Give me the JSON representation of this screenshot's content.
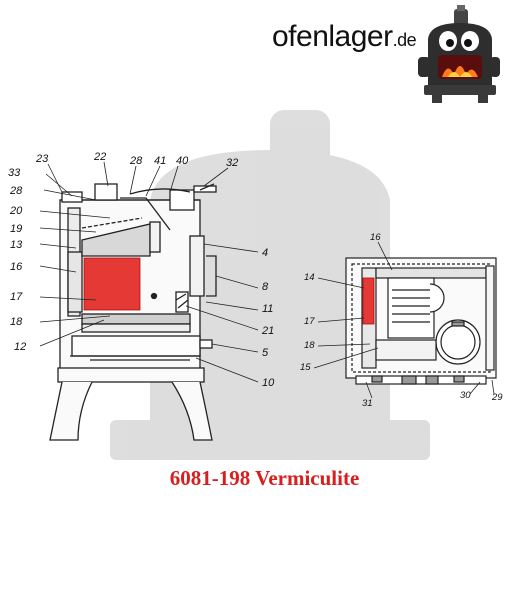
{
  "header": {
    "logo_main": "ofenlager",
    "logo_tld": ".de"
  },
  "caption": {
    "text": "6081-198 Vermiculite",
    "color": "#d81e1e"
  },
  "highlight_color": "#e53935",
  "left_view": {
    "callouts": [
      "23",
      "22",
      "28",
      "41",
      "40",
      "32",
      "33",
      "28",
      "20",
      "19",
      "13",
      "16",
      "17",
      "18",
      "12",
      "4",
      "8",
      "11",
      "21",
      "5",
      "10"
    ]
  },
  "right_view": {
    "callouts": [
      "16",
      "14",
      "17",
      "18",
      "15",
      "31",
      "30",
      "29"
    ]
  }
}
